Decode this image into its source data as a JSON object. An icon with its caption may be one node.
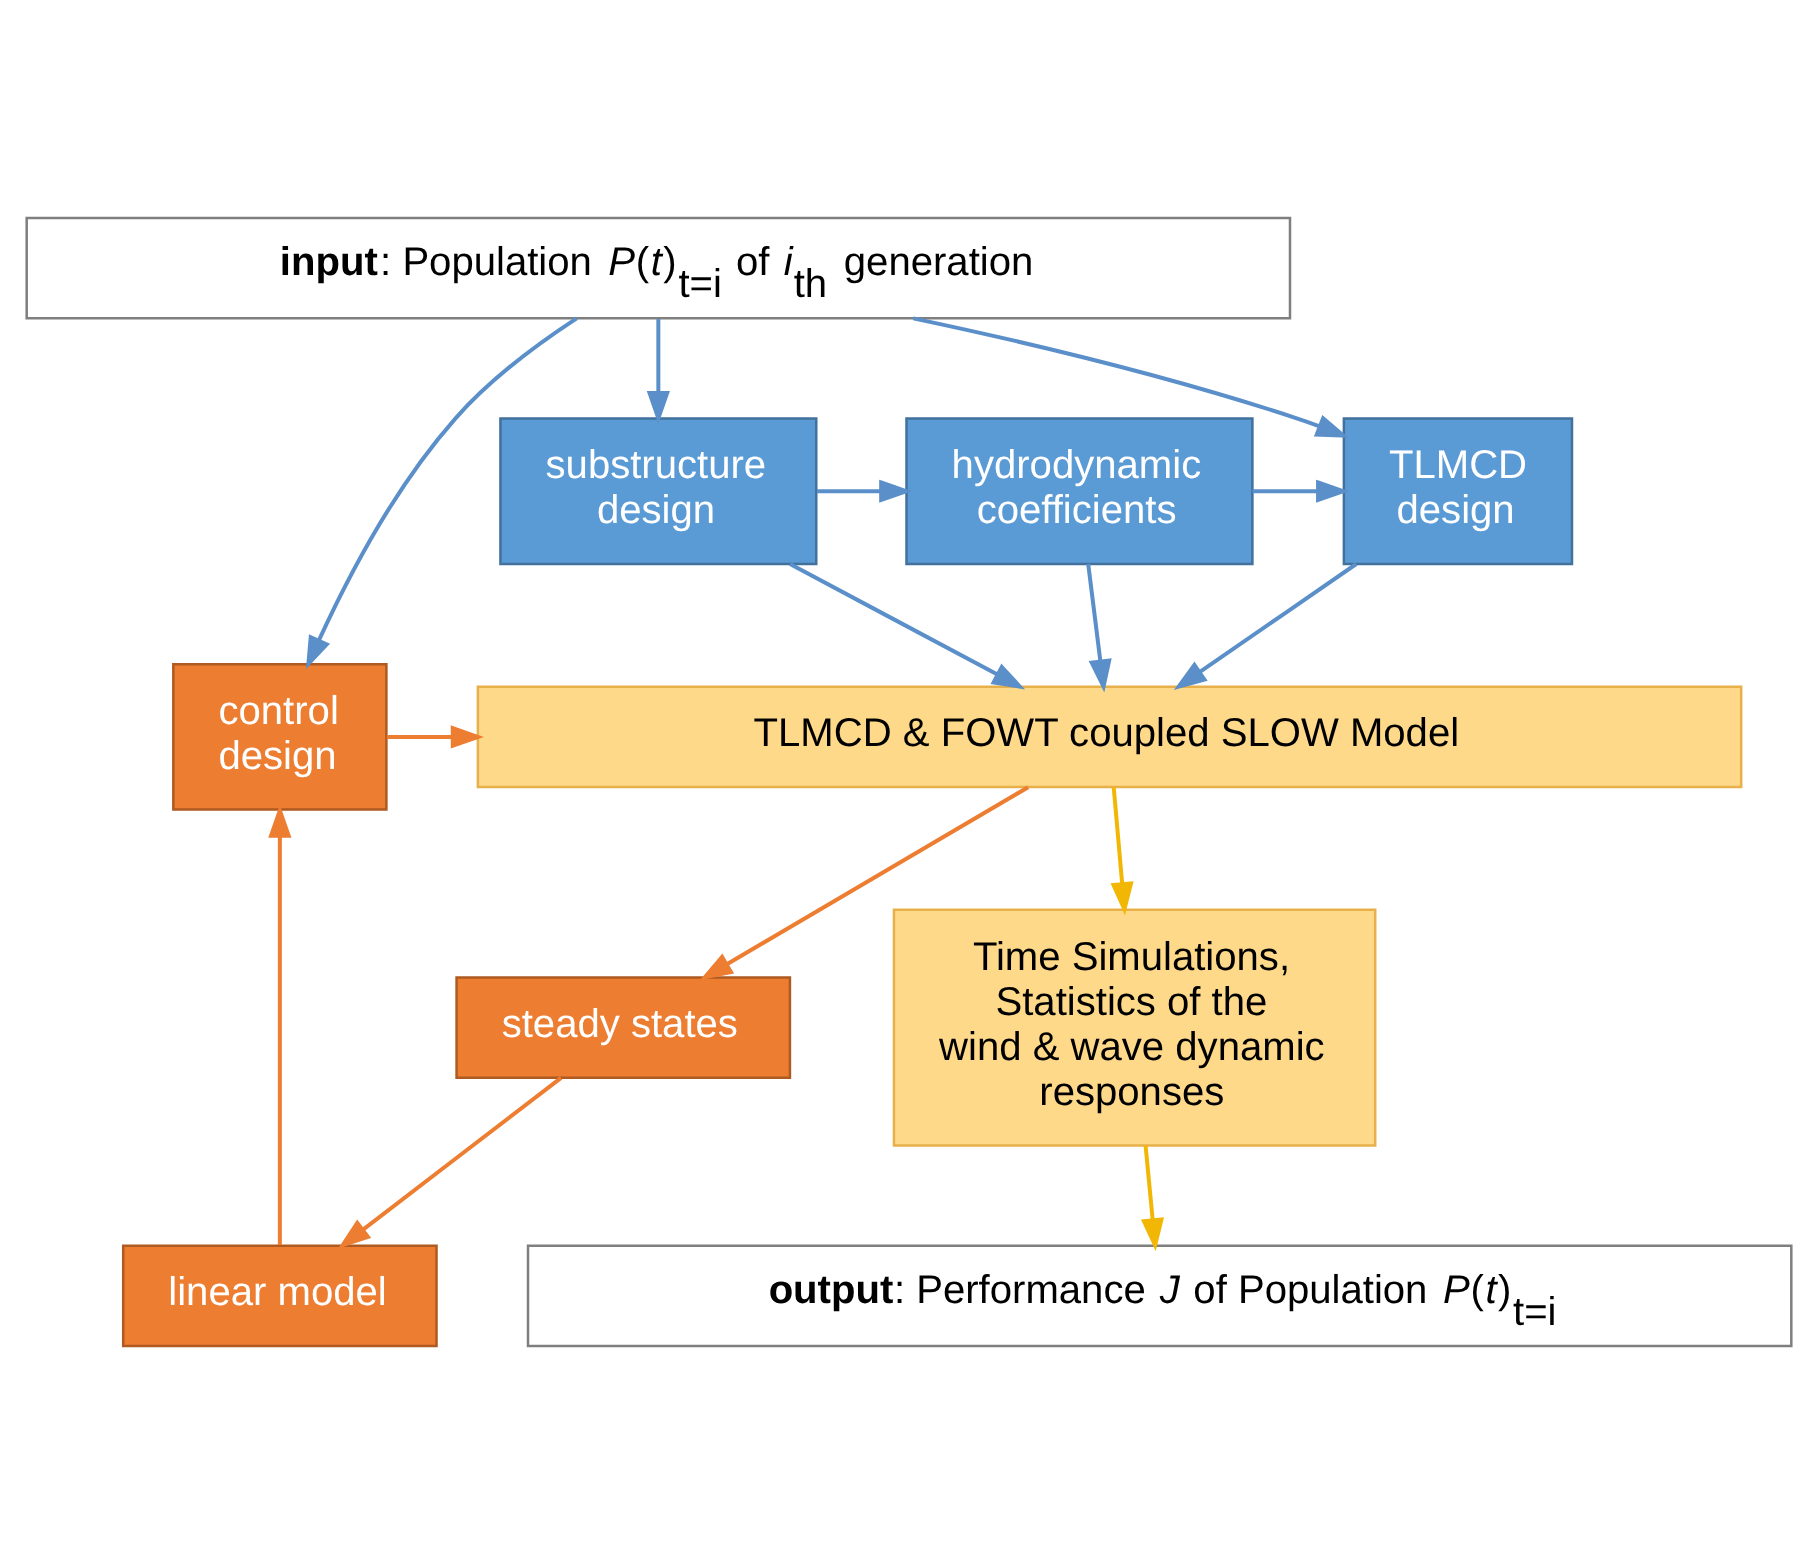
{
  "diagram": {
    "nodes": [
      {
        "text": [
          "**input**: Population *P*(*t*)$_{t=i}$ of *i*$_{th}$ generation"
        ]
      },
      {
        "text": [
          "substructure design"
        ]
      },
      {
        "text": [
          "hydrodynamic coefficients"
        ]
      },
      {
        "text": [
          "TLMCD design"
        ]
      },
      {
        "text": [
          "control design"
        ]
      },
      {
        "text": [
          "TLMCD & FOWT coupled SLOW Model"
        ]
      },
      {
        "text": [
          "steady states"
        ]
      },
      {
        "text": [
          "Time Simulations, Statistics of the wind & wave dynamic responses"
        ]
      },
      {
        "text": [
          "linear model"
        ]
      },
      {
        "text": [
          "**output**: Performance *J* of Population *P*(*t*)$_{t=i}$"
        ]
      }
    ],
    "edges": [
      {
        "from": 0,
        "to": 4,
        "arrow": "to"
      },
      {
        "from": 0,
        "to": 1,
        "arrow": "to"
      },
      {
        "from": 0,
        "to": 3,
        "arrow": "to"
      },
      {
        "from": 1,
        "to": 2,
        "arrow": "to"
      },
      {
        "from": 2,
        "to": 3,
        "arrow": "to"
      },
      {
        "from": 1,
        "to": 5,
        "arrow": "to"
      },
      {
        "from": 2,
        "to": 5,
        "arrow": "to"
      },
      {
        "from": 3,
        "to": 5,
        "arrow": "to"
      },
      {
        "from": 4,
        "to": 5,
        "arrow": "to",
        "color": "#ed7d31"
      },
      {
        "from": 5,
        "to": 6,
        "arrow": "to",
        "color": "#ed7d31"
      },
      {
        "from": 5,
        "to": 7,
        "arrow": "to",
        "color": "#f2b705"
      },
      {
        "from": 6,
        "to": 8,
        "arrow": "to",
        "color": "#ed7d31"
      },
      {
        "from": 8,
        "to": 4,
        "arrow": "to",
        "color": "#ed7d31"
      },
      {
        "from": 7,
        "to": 9,
        "arrow": "to",
        "color": "#f2b705"
      }
    ]
  }
}
